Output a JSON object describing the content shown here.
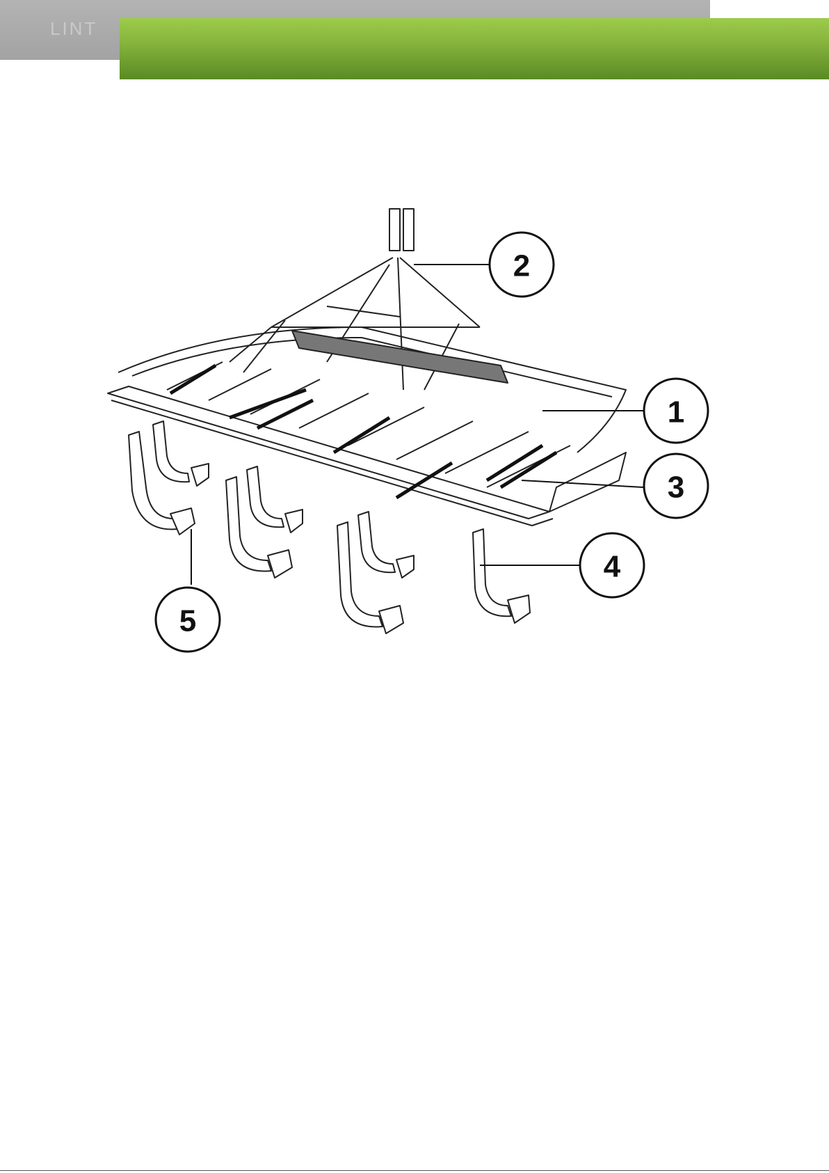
{
  "header": {
    "gray_text": "LINT"
  },
  "figure": {
    "callouts": [
      {
        "id": "1",
        "label": "1"
      },
      {
        "id": "2",
        "label": "2"
      },
      {
        "id": "3",
        "label": "3"
      },
      {
        "id": "4",
        "label": "4"
      },
      {
        "id": "5",
        "label": "5"
      }
    ]
  }
}
